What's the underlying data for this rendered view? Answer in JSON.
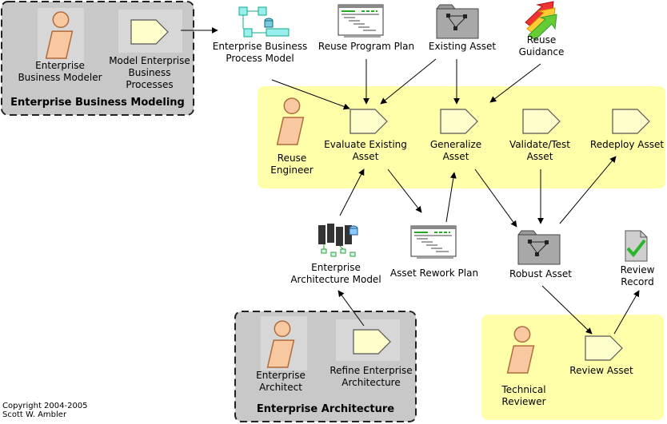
{
  "groups": {
    "ebm": {
      "title": "Enterprise Business Modeling"
    },
    "ea": {
      "title": "Enterprise Architecture"
    }
  },
  "roles": {
    "enterprise_business_modeler": "Enterprise\nBusiness Modeler",
    "reuse_engineer": "Reuse\nEngineer",
    "enterprise_architect": "Enterprise\nArchitect",
    "technical_reviewer": "Technical\nReviewer"
  },
  "activities": {
    "model_enterprise_business_processes": "Model Enterprise\nBusiness\nProcesses",
    "evaluate_existing_asset": "Evaluate Existing\nAsset",
    "generalize_asset": "Generalize\nAsset",
    "validate_test_asset": "Validate/Test\nAsset",
    "redeploy_asset": "Redeploy Asset",
    "refine_enterprise_architecture": "Refine Enterprise\nArchitecture",
    "review_asset": "Review Asset"
  },
  "artifacts": {
    "enterprise_business_process_model": "Enterprise Business\nProcess Model",
    "reuse_program_plan": "Reuse Program Plan",
    "existing_asset": "Existing Asset",
    "reuse_guidance": "Reuse\nGuidance",
    "enterprise_architecture_model": "Enterprise\nArchitecture Model",
    "asset_rework_plan": "Asset Rework Plan",
    "robust_asset": "Robust Asset",
    "review_record": "Review\nRecord"
  },
  "copyright": "Copyright 2004-2005\nScott W. Ambler",
  "colors": {
    "group_gray": "#c8c8c8",
    "group_yellow": "#ffffaa",
    "activity_fill": "#ffffcc",
    "person_fill": "#f8c8a0",
    "person_stroke": "#b06a3a",
    "check_green": "#2ab52a"
  },
  "icons": [
    "person-icon",
    "activity-icon",
    "process-model-icon",
    "plan-document-icon",
    "asset-folder-icon",
    "guidance-icon",
    "architecture-model-icon",
    "review-record-icon"
  ]
}
